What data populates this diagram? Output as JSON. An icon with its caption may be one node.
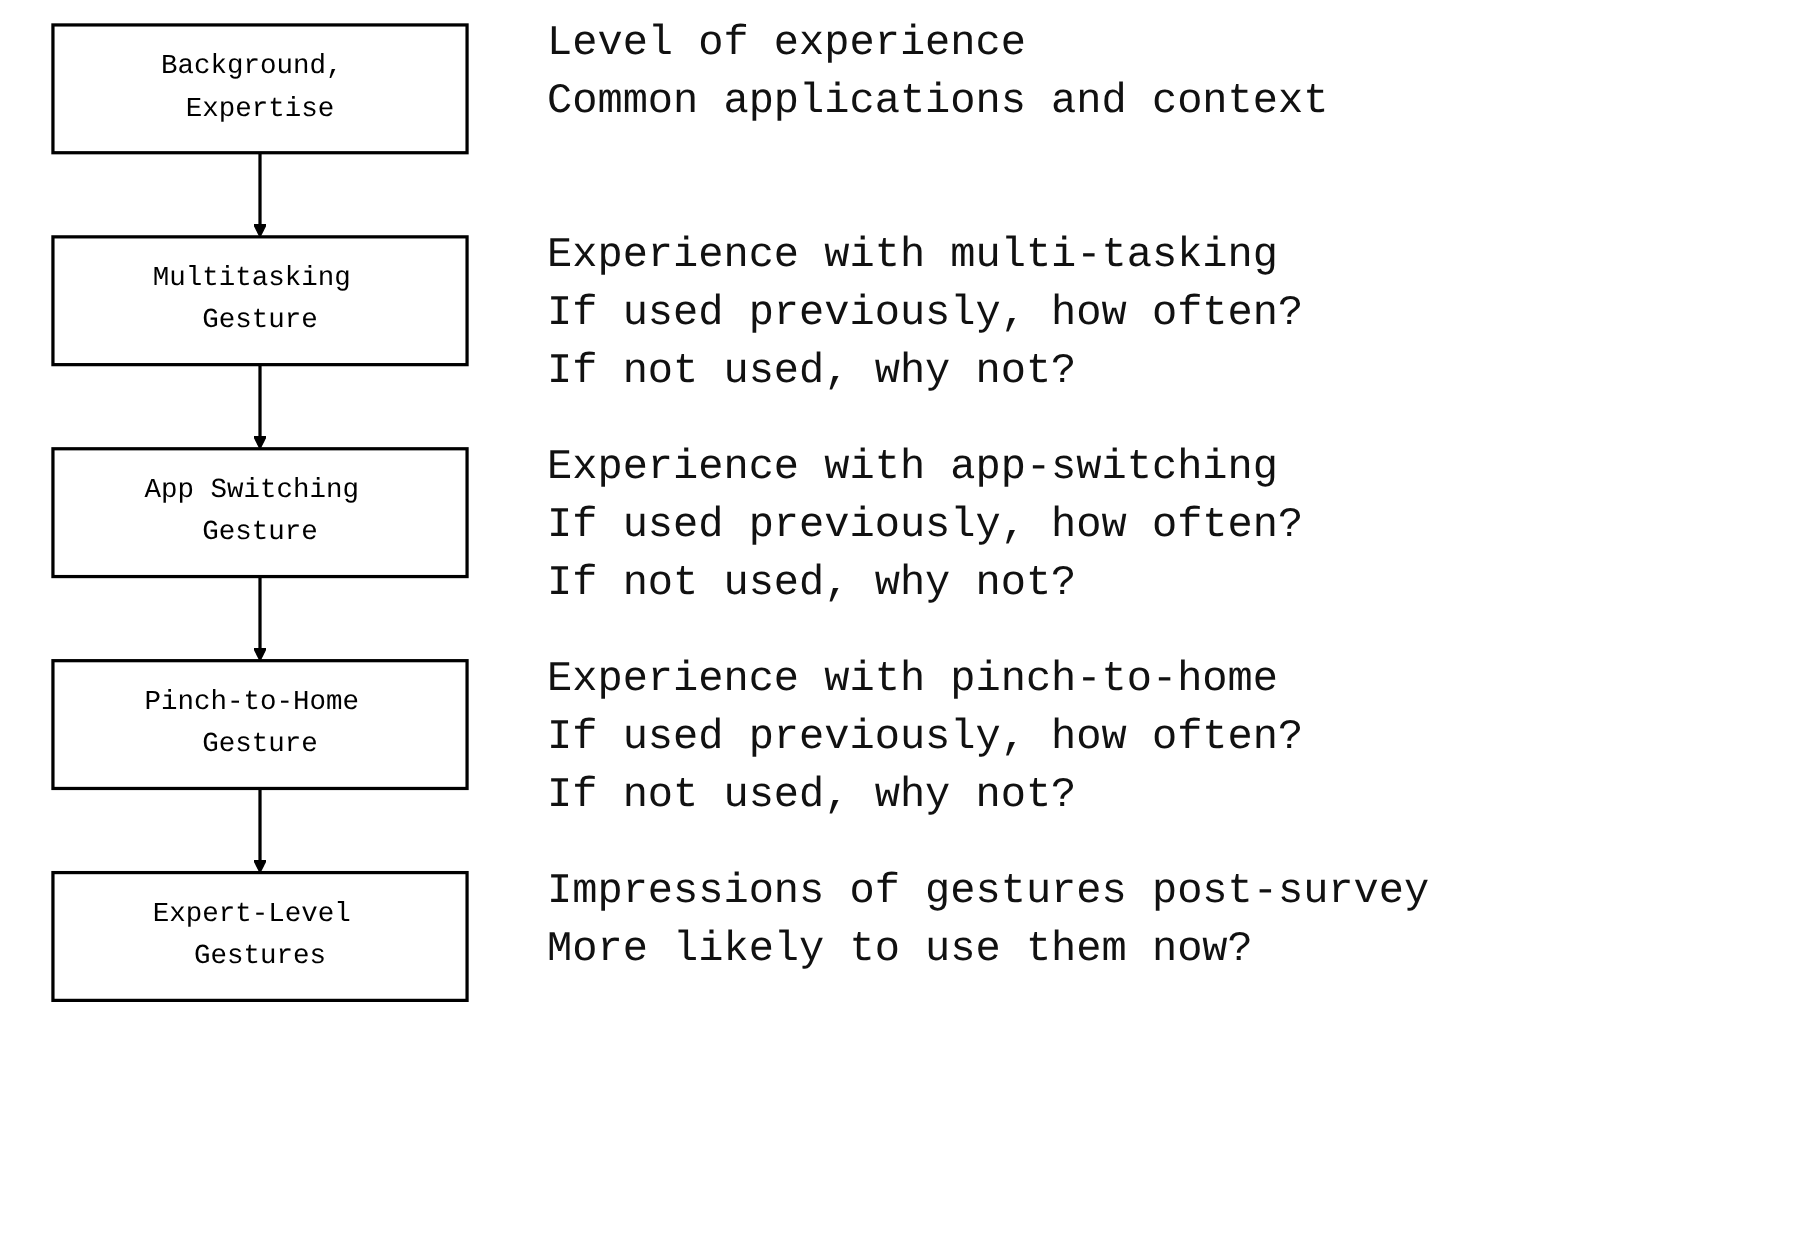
{
  "diagram": {
    "nodes": [
      {
        "text": [
          "Background, Expertise"
        ],
        "beside": [
          "Level of experience",
          "Common applications and context"
        ]
      },
      {
        "text": [
          "Multitasking Gesture"
        ],
        "beside": [
          "Experience with multi-tasking",
          "If used previously, how often?",
          "If not used, why not?"
        ]
      },
      {
        "text": [
          "App Switching Gesture"
        ],
        "beside": [
          "Experience with app-switching",
          "If used previously, how often?",
          "If not used, why not?"
        ]
      },
      {
        "text": [
          "Pinch-to-Home Gesture"
        ],
        "beside": [
          "Experience with pinch-to-home",
          "If used previously, how often?",
          "If not used, why not?"
        ]
      },
      {
        "text": [
          "Expert-Level Gestures"
        ],
        "beside": [
          "Impressions of gestures post-survey",
          "More likely to use them now?"
        ]
      }
    ],
    "edges": [
      {
        "from": 0,
        "to": 1,
        "arrow": "to"
      },
      {
        "from": 1,
        "to": 2,
        "arrow": "to"
      },
      {
        "from": 2,
        "to": 3,
        "arrow": "to"
      },
      {
        "from": 3,
        "to": 4,
        "arrow": "to"
      }
    ]
  }
}
